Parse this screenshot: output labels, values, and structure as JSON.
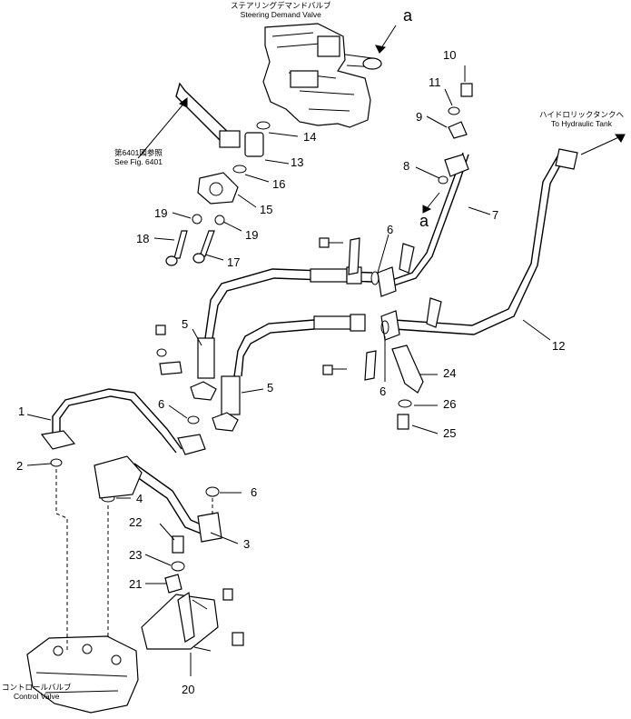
{
  "captions": {
    "steering_valve_jp": "ステアリングデマンドバルブ",
    "steering_valve_en": "Steering Demand Valve",
    "see_fig_jp": "第6401図参照",
    "see_fig_en": "See Fig. 6401",
    "hydraulic_tank_jp": "ハイドロリックタンクへ",
    "hydraulic_tank_en": "To Hydraulic Tank",
    "control_valve_jp": "コントロールバルブ",
    "control_valve_en": "Control Valve"
  },
  "markers": {
    "a_top": "a",
    "a_mid": "a"
  },
  "callouts": {
    "c1": "1",
    "c2": "2",
    "c3": "3",
    "c4": "4",
    "c5a": "5",
    "c5b": "5",
    "c6a": "6",
    "c6b": "6",
    "c6c": "6",
    "c6d": "6",
    "c7": "7",
    "c8": "8",
    "c9": "9",
    "c10": "10",
    "c11": "11",
    "c12": "12",
    "c13": "13",
    "c14": "14",
    "c15": "15",
    "c16": "16",
    "c17": "17",
    "c18": "18",
    "c19a": "19",
    "c19b": "19",
    "c20": "20",
    "c21": "21",
    "c22": "22",
    "c23": "23",
    "c24": "24",
    "c25": "25",
    "c26": "26"
  }
}
